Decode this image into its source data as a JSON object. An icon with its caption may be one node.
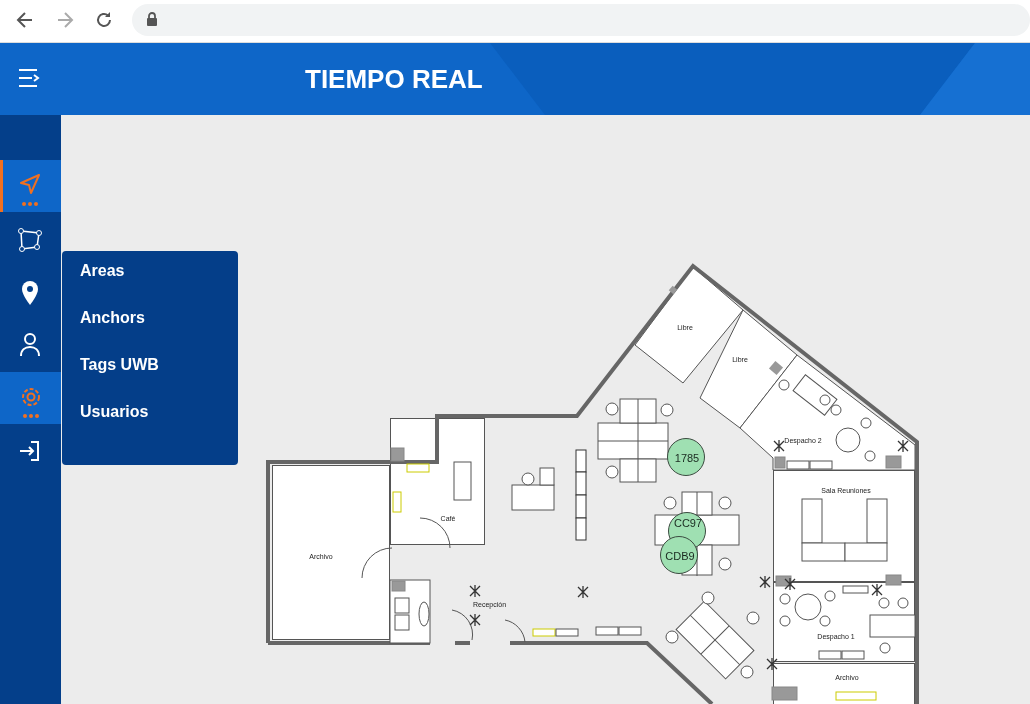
{
  "diagram": {
    "title": "TIEMPO REAL",
    "nodes": [
      {
        "text": [
          "Libre"
        ]
      },
      {
        "text": [
          "Libre"
        ]
      },
      {
        "text": [
          "Despacho 2"
        ]
      },
      {
        "text": [
          "1785"
        ]
      },
      {
        "text": [
          "Café"
        ]
      },
      {
        "text": [
          "Sala Reuniones"
        ]
      },
      {
        "text": [
          "CC97"
        ]
      },
      {
        "text": [
          "CDB9"
        ]
      },
      {
        "text": [
          "Archivo"
        ]
      },
      {
        "text": [
          "Despacho 1"
        ]
      },
      {
        "text": [
          "Archivo"
        ]
      }
    ],
    "labels": [
      "Areas",
      "Anchors",
      "Tags UWB",
      "Usuarios",
      "Recepción"
    ]
  }
}
